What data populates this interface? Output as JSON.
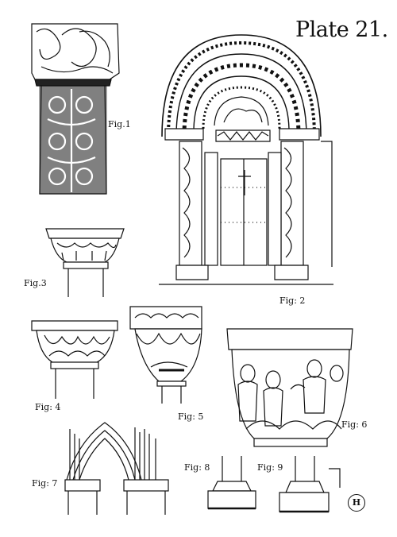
{
  "plate": {
    "title": "Plate 21.",
    "monogram": "H",
    "figures": [
      {
        "id": "fig-1",
        "label": "Fig.1"
      },
      {
        "id": "fig-2",
        "label": "Fig: 2"
      },
      {
        "id": "fig-3",
        "label": "Fig.3"
      },
      {
        "id": "fig-4",
        "label": "Fig: 4"
      },
      {
        "id": "fig-5",
        "label": "Fig: 5"
      },
      {
        "id": "fig-6",
        "label": "Fig: 6"
      },
      {
        "id": "fig-7",
        "label": "Fig: 7"
      },
      {
        "id": "fig-8",
        "label": "Fig: 8"
      },
      {
        "id": "fig-9",
        "label": "Fig: 9"
      }
    ]
  }
}
